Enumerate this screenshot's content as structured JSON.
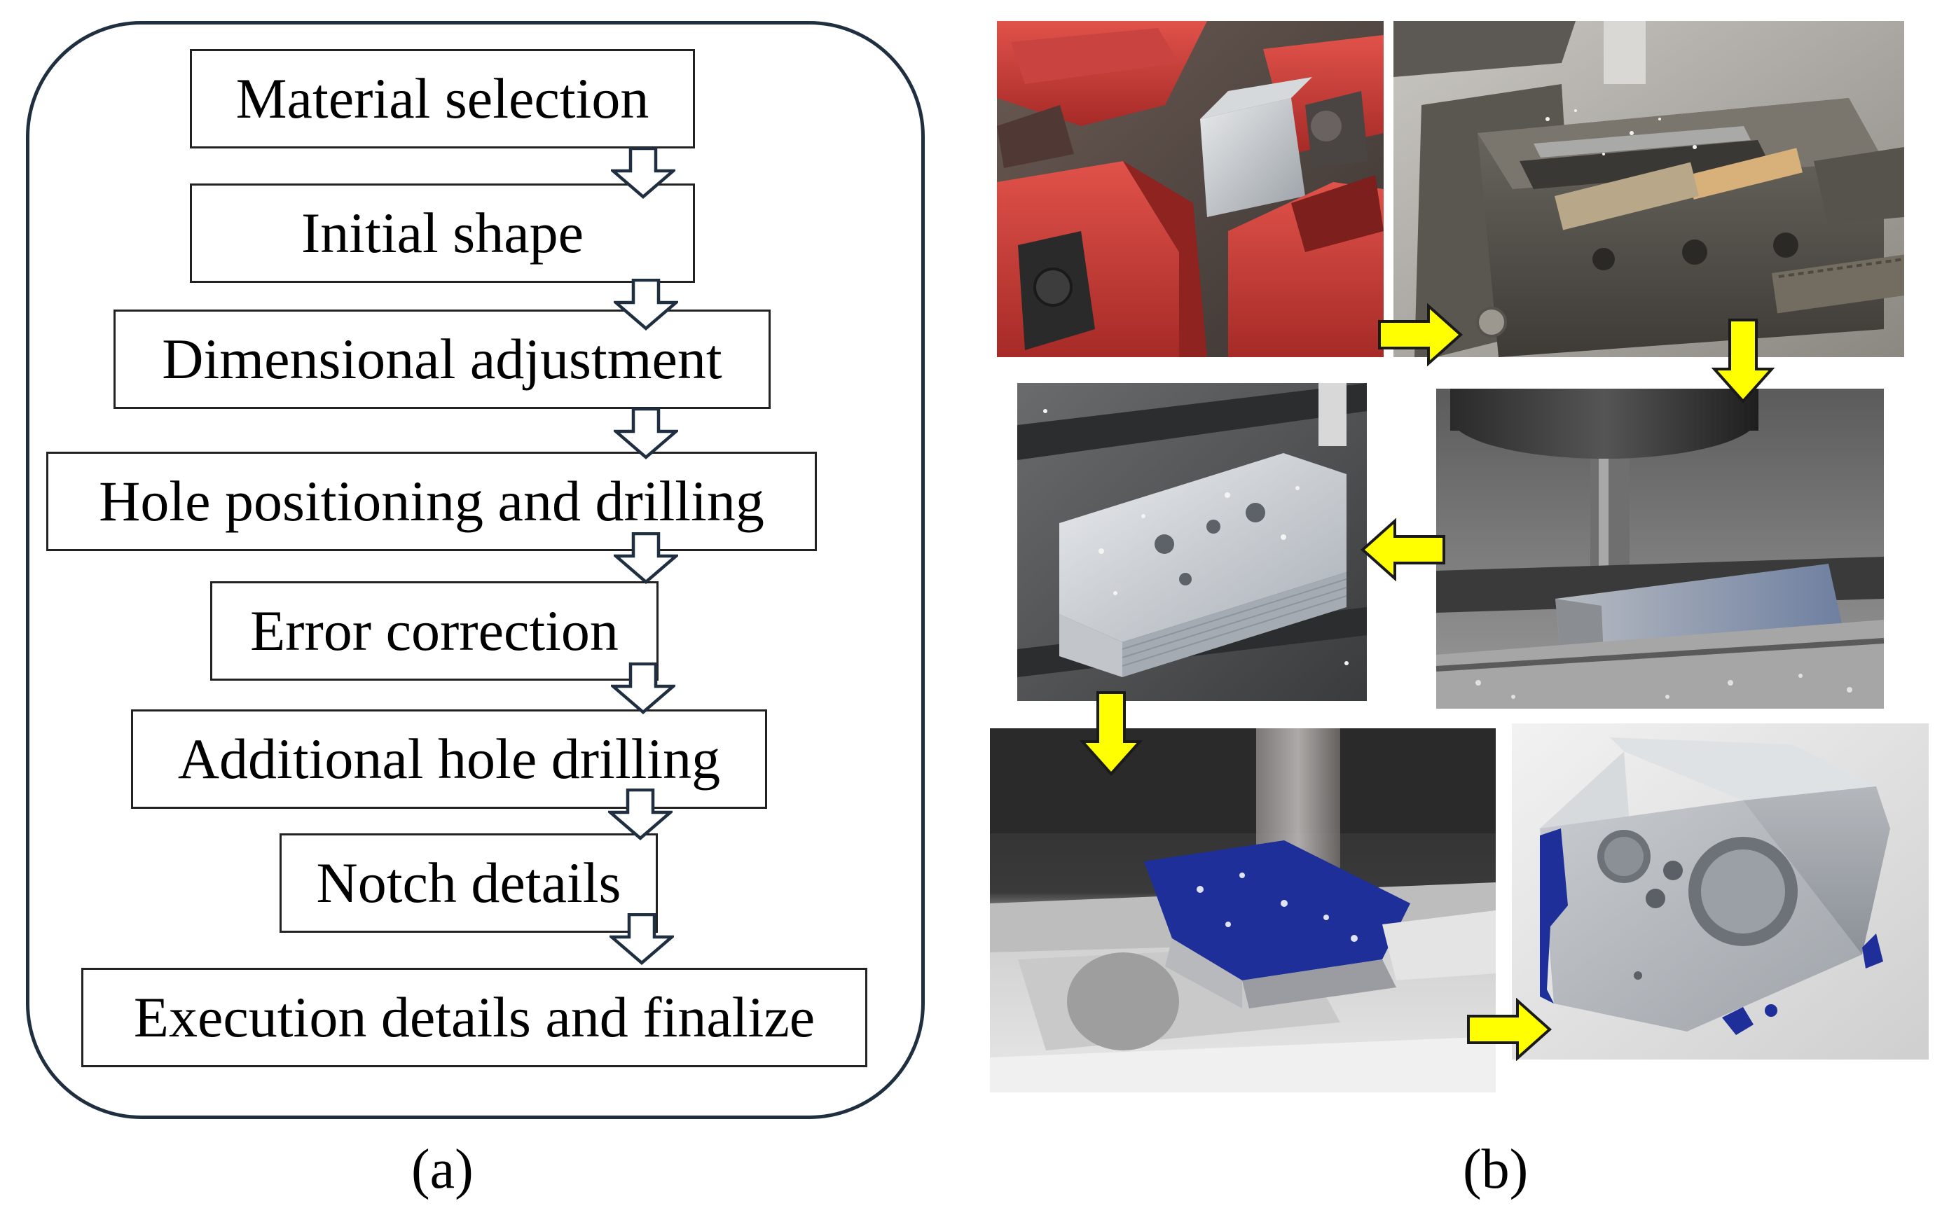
{
  "panel_a": {
    "caption": "(a)",
    "steps": [
      "Material selection",
      "Initial shape",
      "Dimensional adjustment",
      "Hole positioning and drilling",
      "Error correction",
      "Additional hole drilling",
      "Notch details",
      "Execution details and finalize"
    ]
  },
  "panel_b": {
    "caption": "(b)",
    "photos": [
      "saw-cutting-photo",
      "vise-clamping-photo",
      "face-milling-photo",
      "drilled-block-photo",
      "notch-cutting-photo",
      "finished-part-photo"
    ]
  },
  "colors": {
    "frame": "#1f2f40",
    "arrow_yellow": "#ffff00",
    "dye_blue": "#1e2f9a"
  }
}
